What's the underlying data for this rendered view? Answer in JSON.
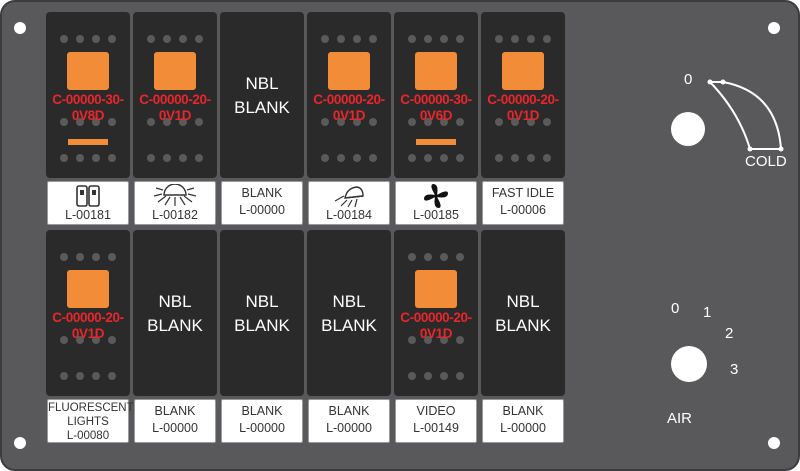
{
  "switches": [
    {
      "type": "lit",
      "code": [
        "C-00000-30-",
        "0V8D"
      ],
      "bar": true,
      "label": {
        "icon": "door-icon",
        "code": "L-00181"
      }
    },
    {
      "type": "lit",
      "code": [
        "C-00000-20-",
        "0V1D"
      ],
      "bar": false,
      "label": {
        "icon": "sun-light-icon",
        "code": "L-00182"
      }
    },
    {
      "type": "blank",
      "nbl": [
        "NBL",
        "BLANK"
      ],
      "label": {
        "text": [
          "BLANK",
          "L-00000"
        ]
      }
    },
    {
      "type": "lit",
      "code": [
        "C-00000-20-",
        "0V1D"
      ],
      "bar": false,
      "label": {
        "icon": "spotlight-icon",
        "code": "L-00184"
      }
    },
    {
      "type": "lit",
      "code": [
        "C-00000-30-",
        "0V6D"
      ],
      "bar": true,
      "label": {
        "icon": "fan-icon",
        "code": "L-00185"
      }
    },
    {
      "type": "lit",
      "code": [
        "C-00000-20-",
        "0V1D"
      ],
      "bar": false,
      "label": {
        "text": [
          "FAST IDLE",
          "L-00006"
        ]
      }
    },
    {
      "type": "lit",
      "code": [
        "C-00000-20-",
        "0V1D"
      ],
      "bar": false,
      "label": {
        "text": [
          "FLUORESCENT",
          "LIGHTS",
          "L-00080"
        ]
      }
    },
    {
      "type": "blank",
      "nbl": [
        "NBL",
        "BLANK"
      ],
      "label": {
        "text": [
          "BLANK",
          "L-00000"
        ]
      }
    },
    {
      "type": "blank",
      "nbl": [
        "NBL",
        "BLANK"
      ],
      "label": {
        "text": [
          "BLANK",
          "L-00000"
        ]
      }
    },
    {
      "type": "blank",
      "nbl": [
        "NBL",
        "BLANK"
      ],
      "label": {
        "text": [
          "BLANK",
          "L-00000"
        ]
      }
    },
    {
      "type": "lit",
      "code": [
        "C-00000-20-",
        "0V1D"
      ],
      "bar": false,
      "label": {
        "text": [
          "VIDEO",
          "L-00149"
        ]
      }
    },
    {
      "type": "blank",
      "nbl": [
        "NBL",
        "BLANK"
      ],
      "label": {
        "text": [
          "BLANK",
          "L-00000"
        ]
      }
    }
  ],
  "temp_control": {
    "zero": "0",
    "label": "COLD"
  },
  "air_control": {
    "positions": [
      "0",
      "1",
      "2",
      "3"
    ],
    "label": "AIR"
  },
  "colors": {
    "panel": "#59585a",
    "switch": "#2b2a2b",
    "lamp": "#f28c38",
    "code_text": "#e8262b"
  }
}
